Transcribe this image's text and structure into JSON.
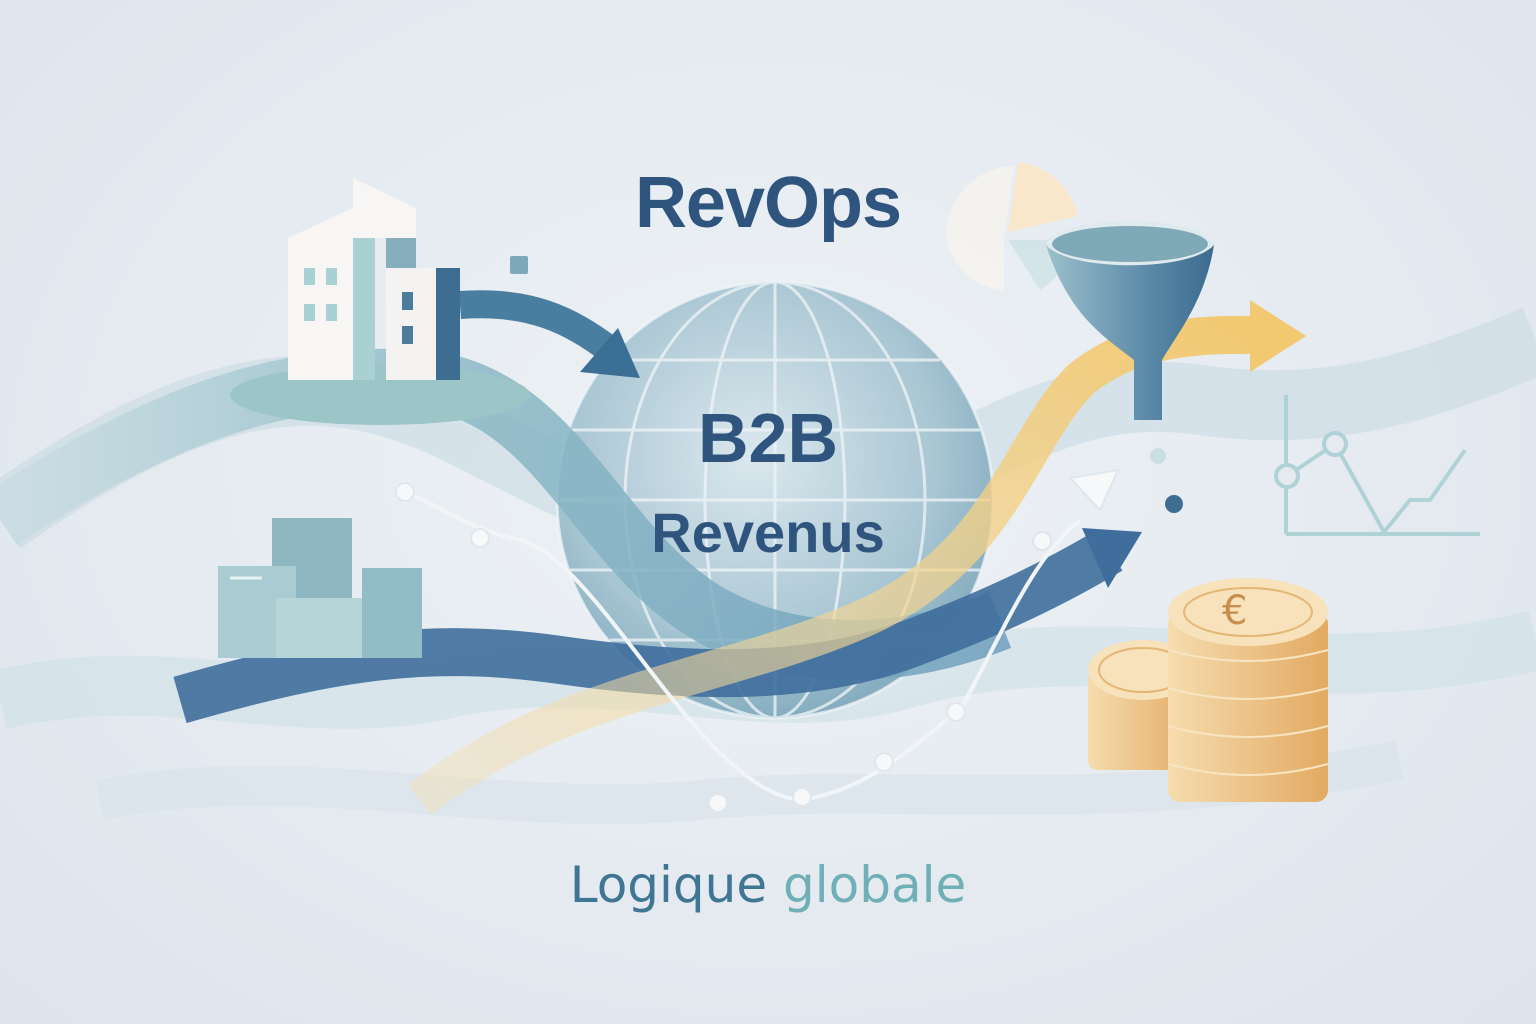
{
  "illustration": {
    "title": "RevOps",
    "center_heading": "B2B",
    "center_subheading": "Revenus",
    "tagline_word_1": "Logique",
    "tagline_word_2": "globale",
    "currency_symbol": "€"
  },
  "icons": [
    "buildings-icon",
    "boxes-icon",
    "globe-icon",
    "funnel-icon",
    "pie-chart-icon",
    "line-chart-icon",
    "coin-stack-icon",
    "growth-arrow-icon"
  ],
  "colors": {
    "background": "#e4eaf0",
    "navy": "#2f557f",
    "teal": "#6fb0b6",
    "steel_blue": "#3e7694",
    "gold": "#f0c878",
    "coin": "#e8b877"
  }
}
